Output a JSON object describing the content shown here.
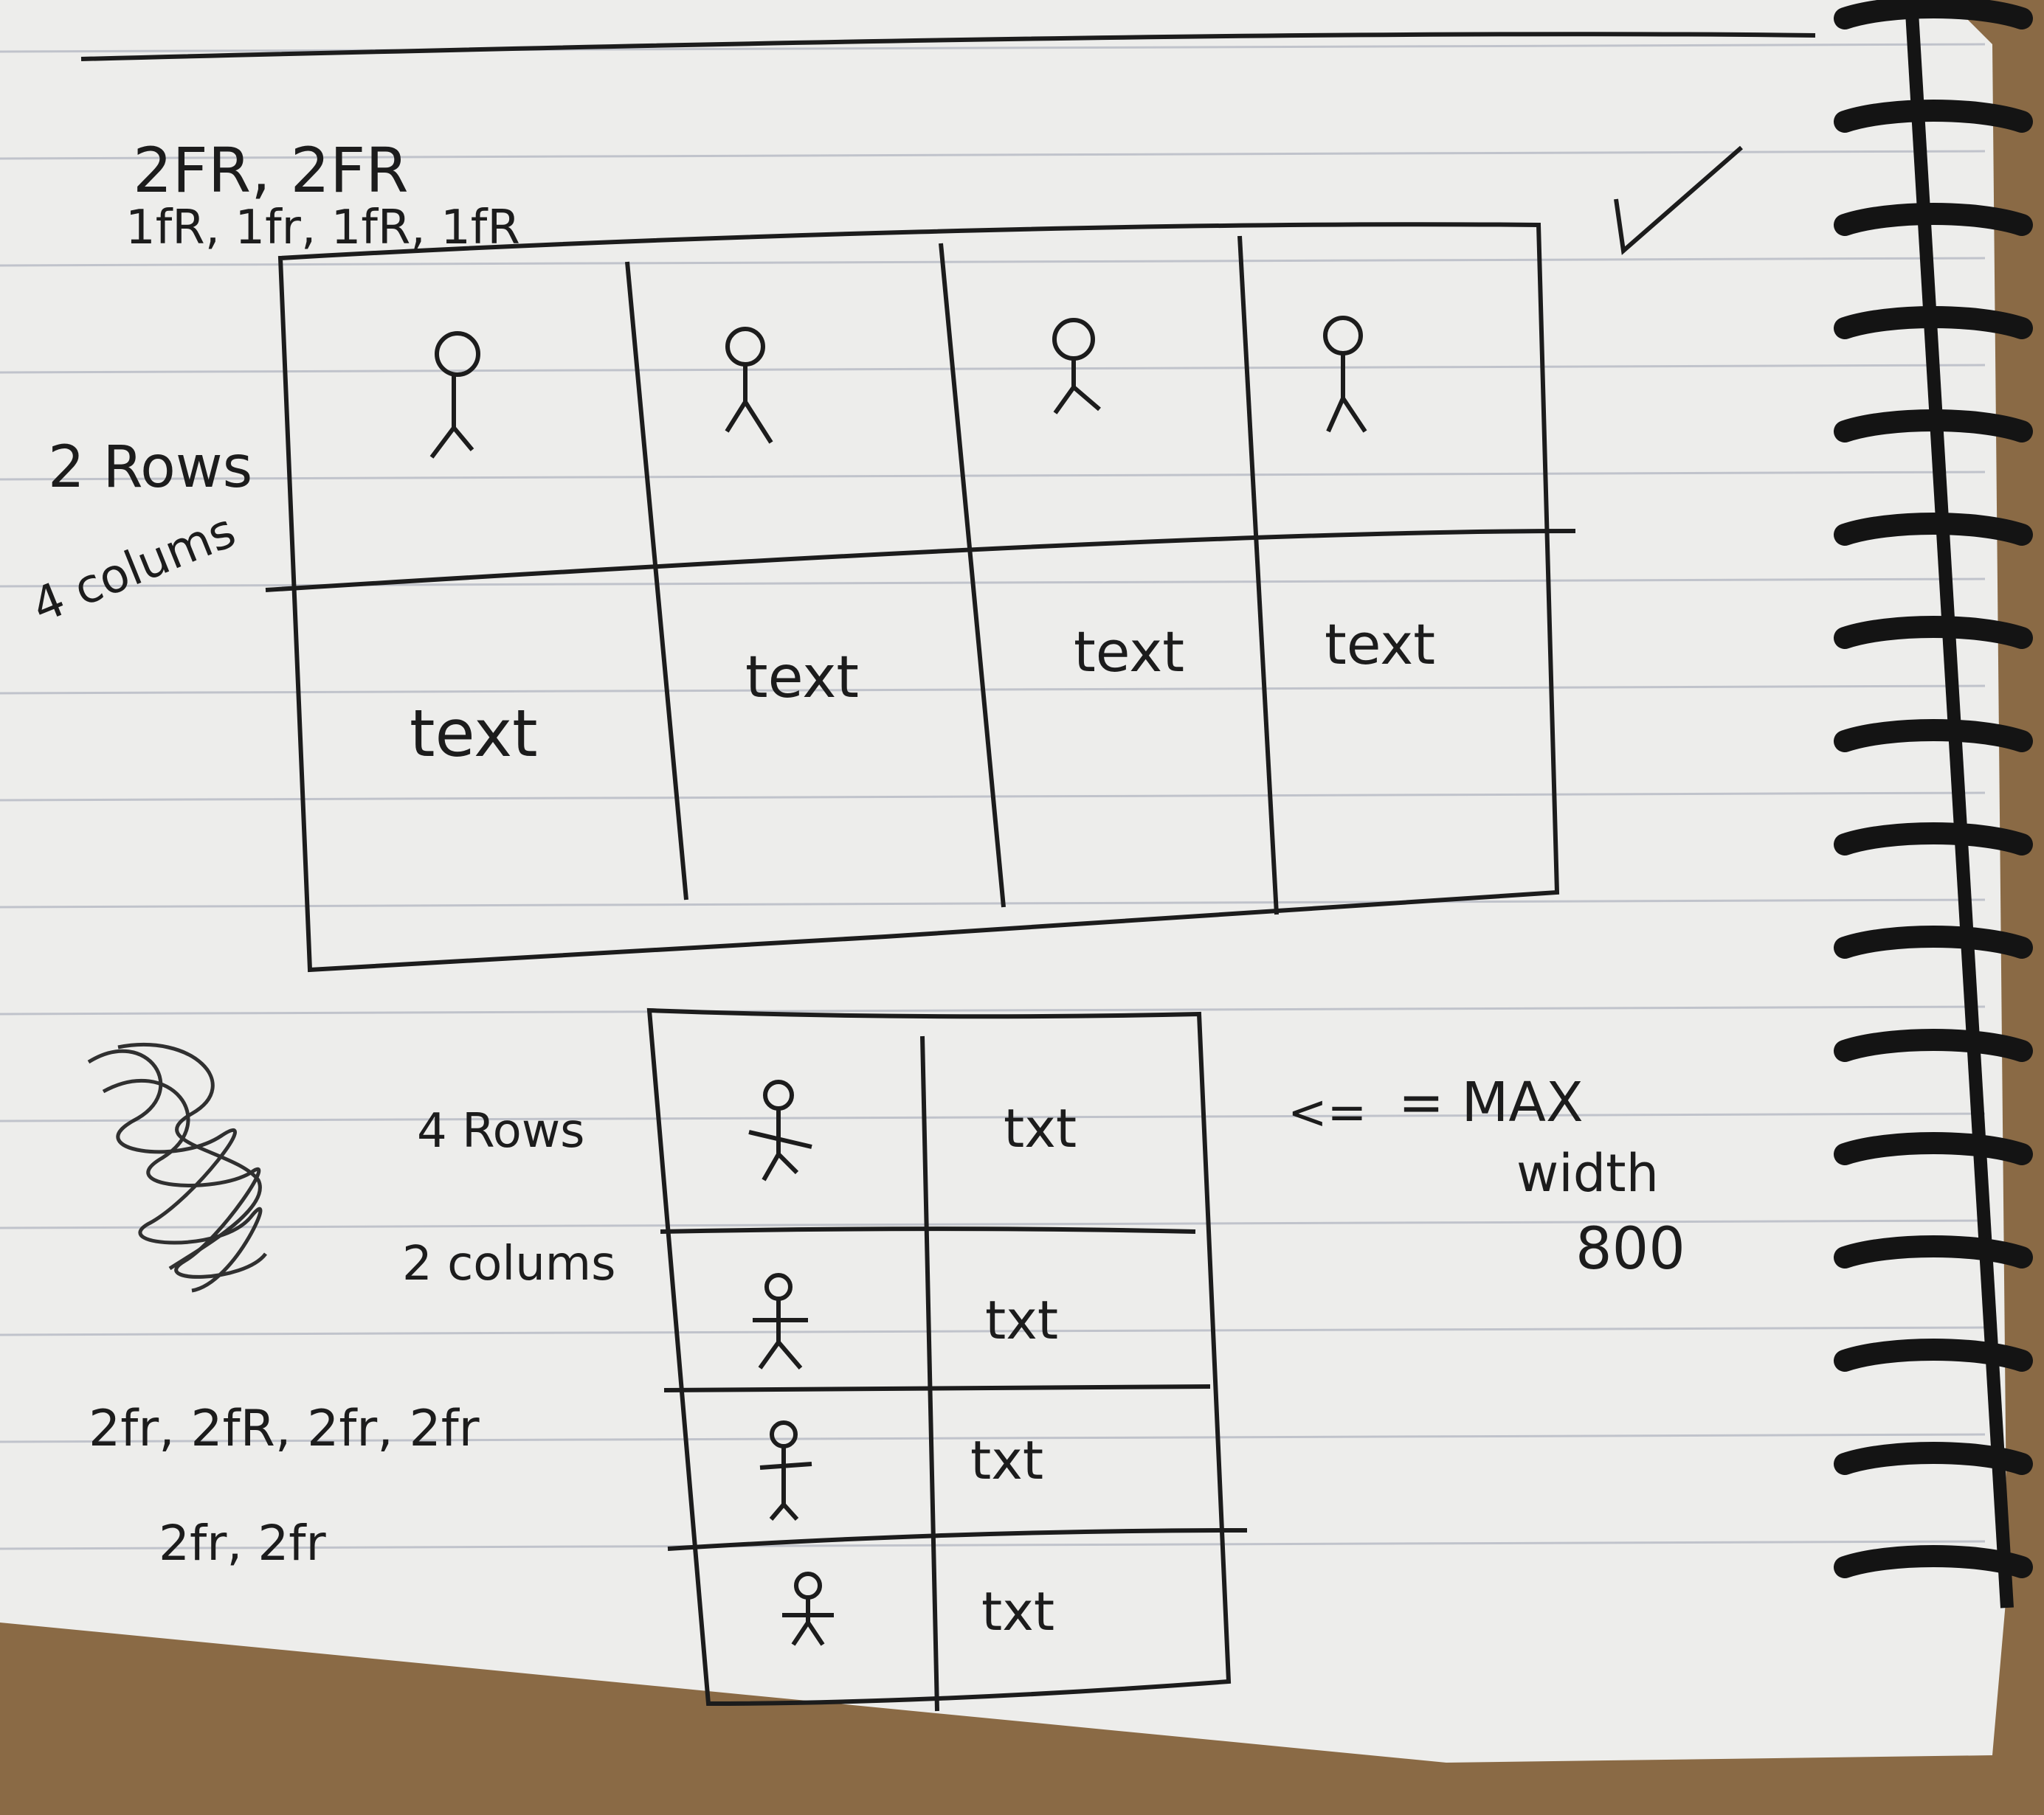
{
  "colors": {
    "wood": "#8a6a45",
    "paper": "#ededeb",
    "rule_line": "#b9bcc6",
    "ink": "#1c1c1c",
    "spiral": "#141414"
  },
  "top_sketch": {
    "rows_spec": "2FR, 2FR",
    "cols_spec": "1fR, 1fr, 1fR, 1fR",
    "rows_label": "2 Rows",
    "cols_label": "4 colums",
    "cells_bottom": [
      "text",
      "text",
      "text",
      "text"
    ]
  },
  "bottom_sketch": {
    "rows_label": "4 Rows",
    "cols_label": "2 colums",
    "rows_spec": "2fr, 2fR, 2fr, 2fr",
    "cols_spec": "2fr, 2fr",
    "cells_right": [
      "txt",
      "txt",
      "txt",
      "txt"
    ]
  },
  "note": {
    "arrow": "<=",
    "line1": "= MAX",
    "line2": "width",
    "line3": "800"
  }
}
